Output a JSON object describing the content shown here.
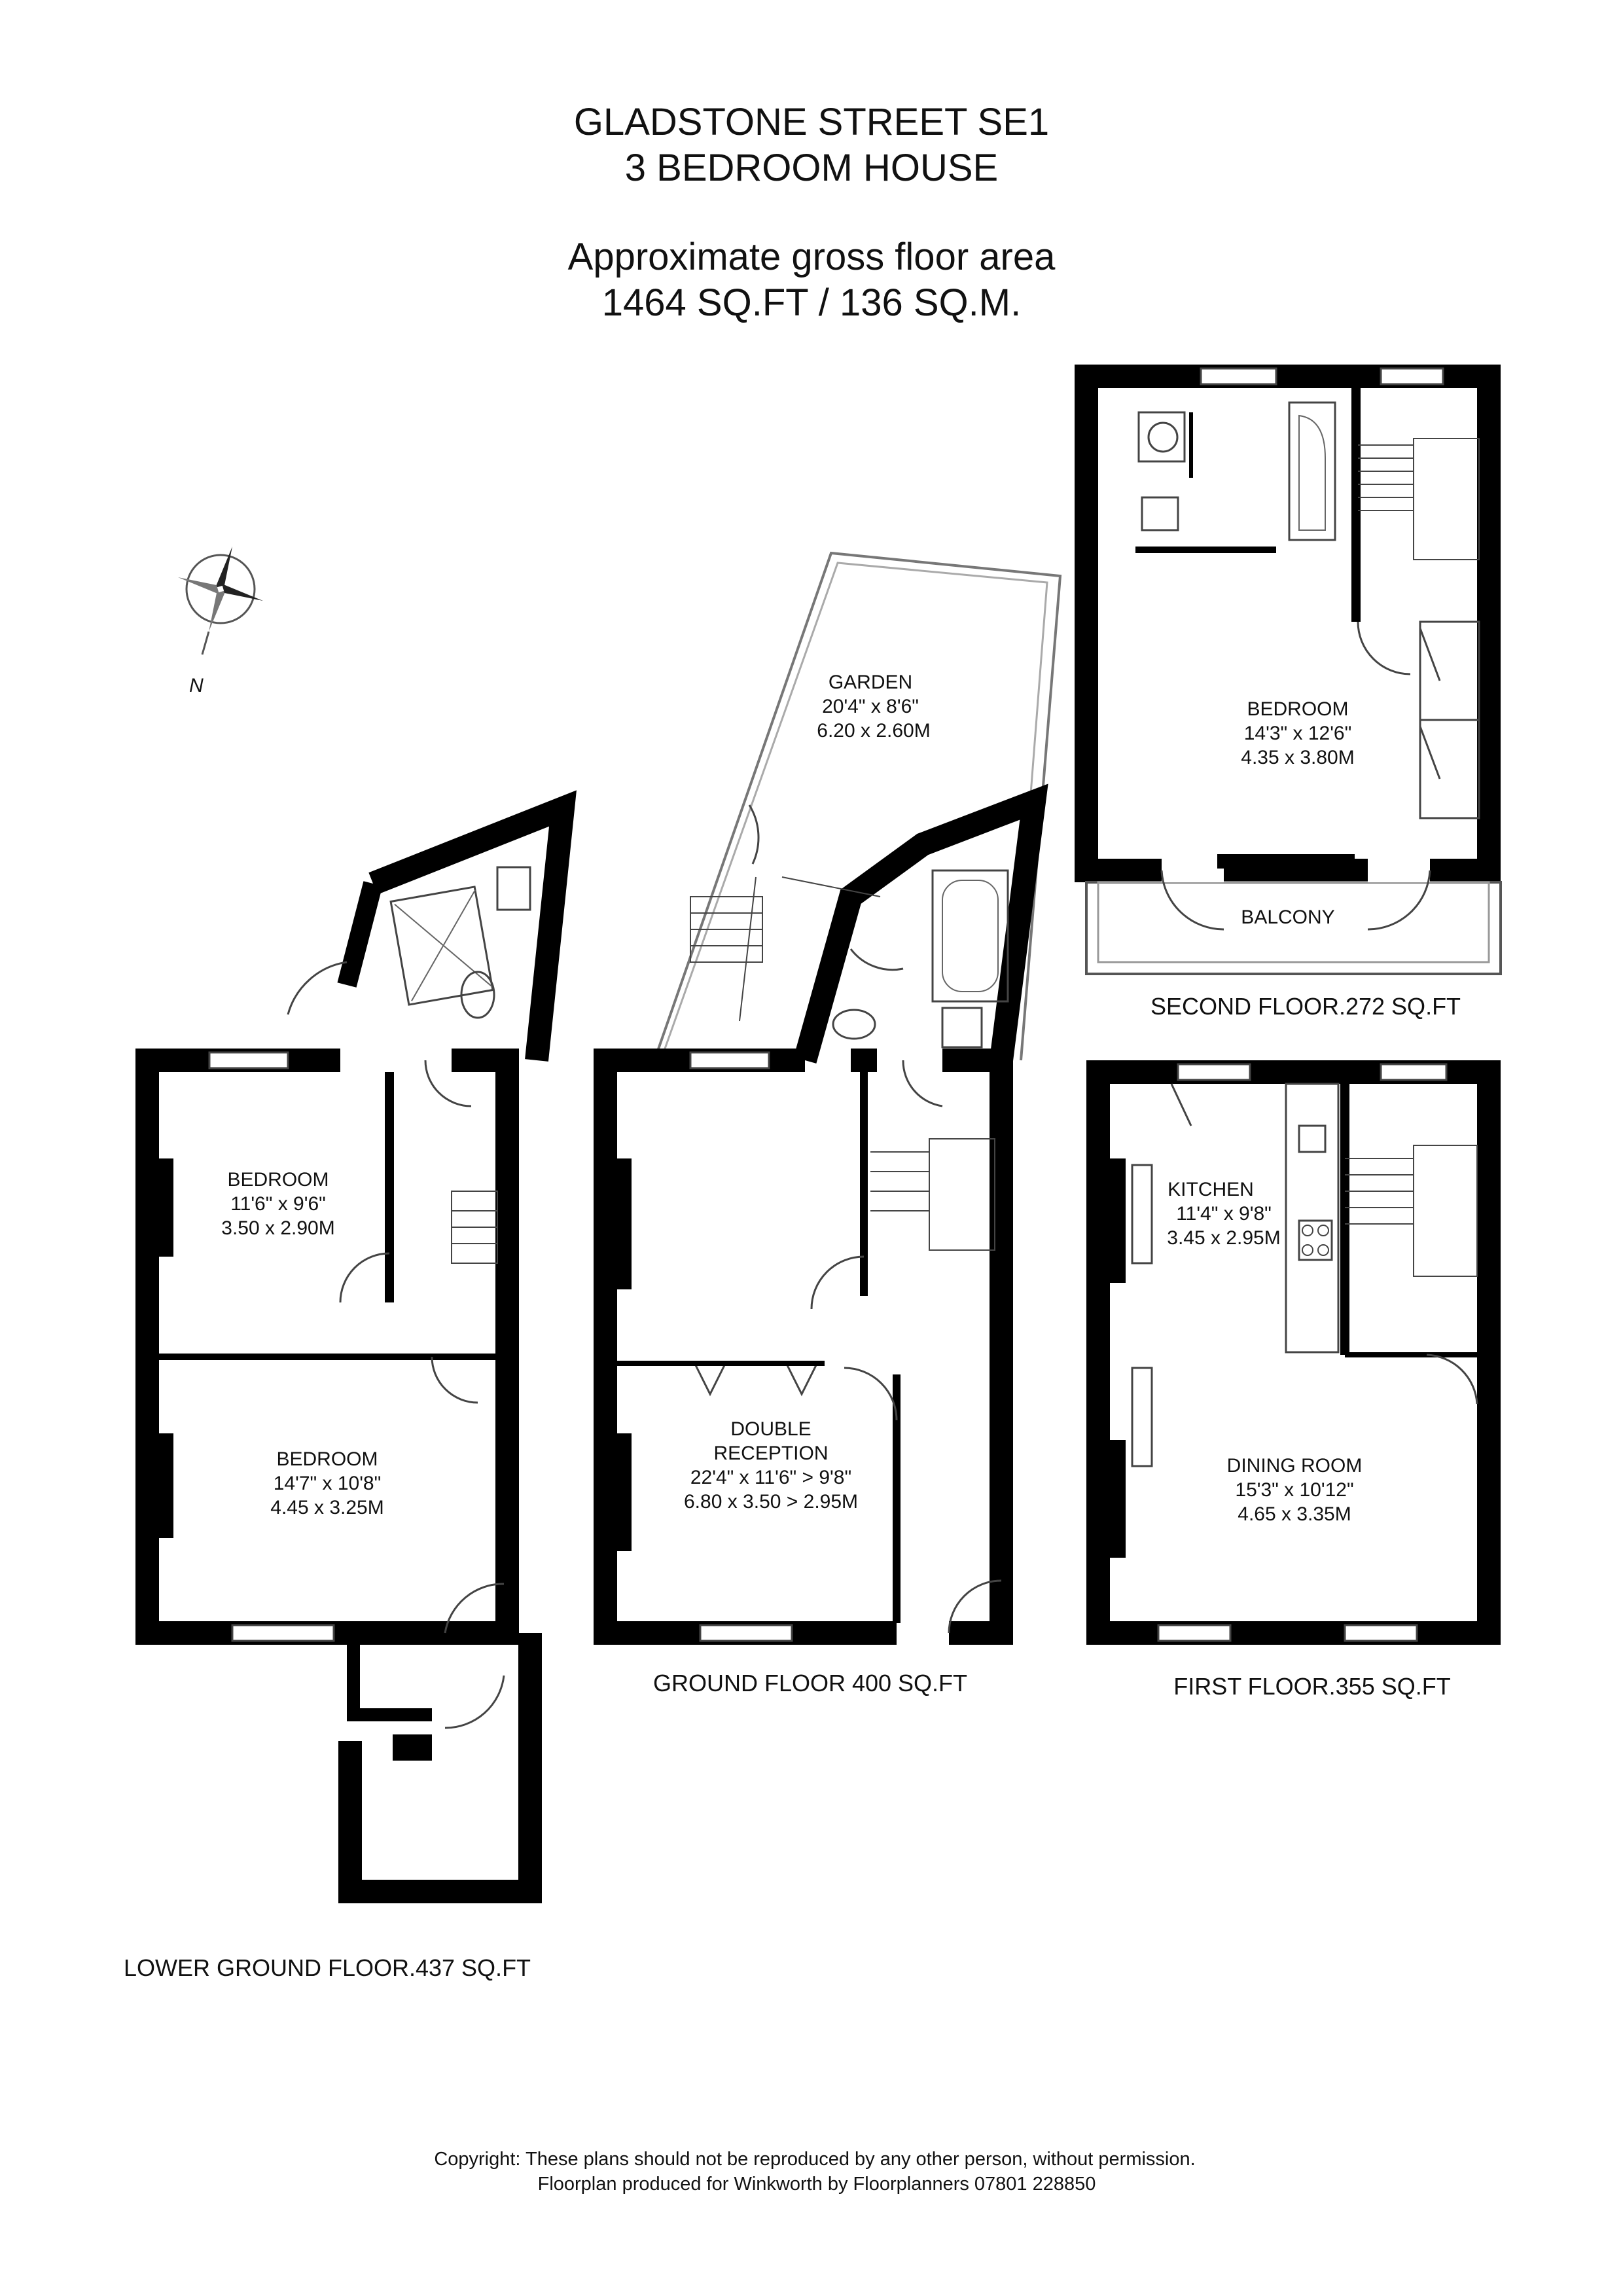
{
  "header": {
    "line1": "GLADSTONE STREET SE1",
    "line2": "3 BEDROOM HOUSE",
    "area_label": "Approximate gross floor area",
    "area_value": "1464 SQ.FT / 136 SQ.M."
  },
  "compass": {
    "label": "N",
    "icon": "compass-icon"
  },
  "rooms": {
    "garden": {
      "name": "GARDEN",
      "imperial": "20'4\" x 8'6\"",
      "metric": "6.20 x 2.60M"
    },
    "second_bedroom": {
      "name": "BEDROOM",
      "imperial": "14'3\" x 12'6\"",
      "metric": "4.35 x 3.80M"
    },
    "balcony": {
      "name": "BALCONY"
    },
    "lg_bedroom_1": {
      "name": "BEDROOM",
      "imperial": "11'6\" x 9'6\"",
      "metric": "3.50 x 2.90M"
    },
    "lg_bedroom_2": {
      "name": "BEDROOM",
      "imperial": "14'7\" x 10'8\"",
      "metric": "4.45 x 3.25M"
    },
    "reception": {
      "name1": "DOUBLE",
      "name2": "RECEPTION",
      "imperial": "22'4\" x 11'6\" > 9'8\"",
      "metric": "6.80 x 3.50 > 2.95M"
    },
    "kitchen": {
      "name": "KITCHEN",
      "imperial": "11'4\" x 9'8\"",
      "metric": "3.45 x 2.95M"
    },
    "dining": {
      "name": "DINING ROOM",
      "imperial": "15'3\" x 10'12\"",
      "metric": "4.65 x 3.35M"
    }
  },
  "floors": {
    "second": "SECOND FLOOR.272 SQ.FT",
    "ground": "GROUND FLOOR 400 SQ.FT",
    "first": "FIRST FLOOR.355 SQ.FT",
    "lower_ground": "LOWER GROUND FLOOR.437 SQ.FT"
  },
  "footer": {
    "line1": "Copyright: These plans should not be reproduced by any other person, without permission.",
    "line2": "Floorplan produced for Winkworth by Floorplanners 07801 228850"
  }
}
